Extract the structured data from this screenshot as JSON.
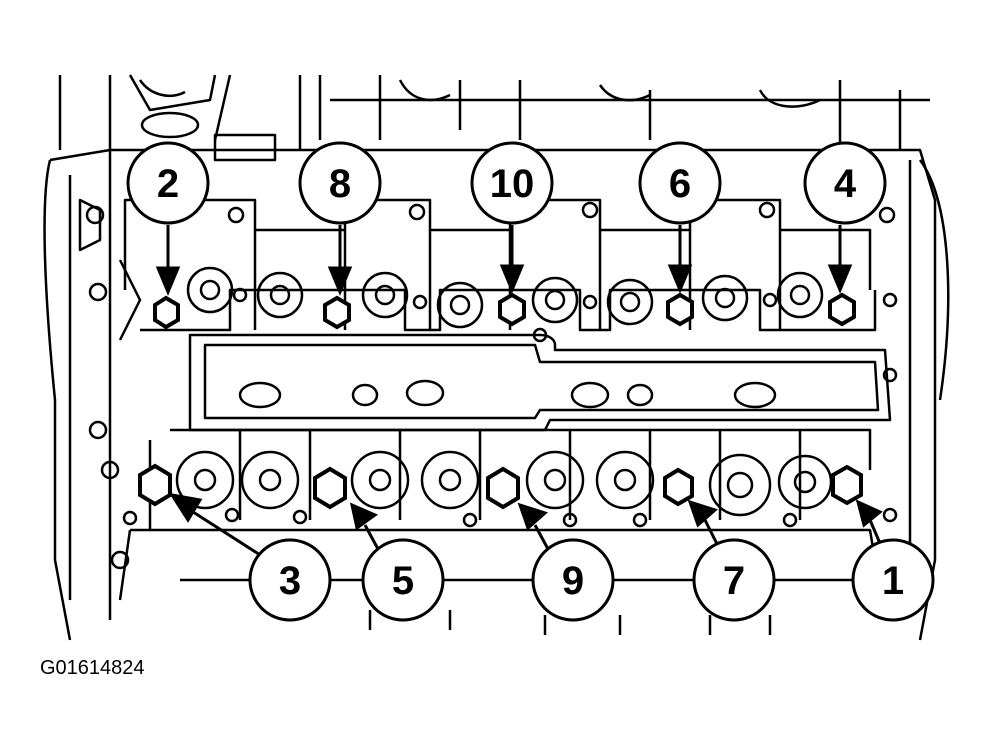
{
  "figure_code": "G01614824",
  "callouts": {
    "top": [
      "2",
      "8",
      "10",
      "6",
      "4"
    ],
    "bottom": [
      "3",
      "5",
      "9",
      "7",
      "1"
    ]
  },
  "colors": {
    "ink": "#000000",
    "paper": "#ffffff"
  }
}
